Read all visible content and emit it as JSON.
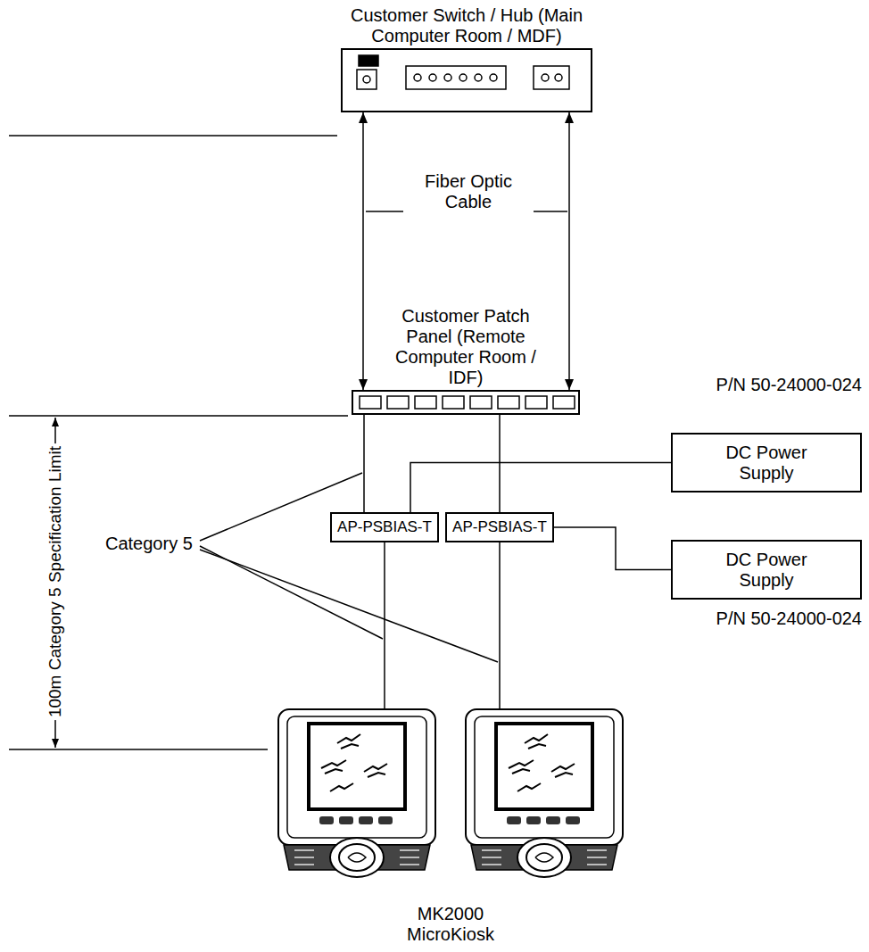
{
  "diagram": {
    "nodes": [
      {
        "text": [
          "Customer Switch / Hub (Main Computer Room / MDF)"
        ]
      },
      {
        "text": [
          "Customer Patch Panel (Remote Computer Room / IDF)"
        ]
      },
      {
        "text": [
          "AP-PSBIAS-T"
        ]
      },
      {
        "text": [
          "AP-PSBIAS-T"
        ]
      },
      {
        "text": [
          "DC Power Supply"
        ]
      },
      {
        "text": [
          "DC Power Supply"
        ]
      },
      {
        "text": [
          "MK2000 MicroKiosk"
        ]
      }
    ],
    "edges": [
      {
        "from": 0,
        "to": 1,
        "arrow": "both"
      },
      {
        "from": 0,
        "to": 1,
        "arrow": "both"
      },
      {
        "from": 1,
        "to": 2,
        "arrow": "none"
      },
      {
        "from": 1,
        "to": 3,
        "arrow": "none"
      },
      {
        "from": 4,
        "to": 2,
        "arrow": "none"
      },
      {
        "from": 5,
        "to": 3,
        "arrow": "none"
      },
      {
        "from": 2,
        "to": 6,
        "arrow": "none"
      },
      {
        "from": 3,
        "to": 6,
        "arrow": "none"
      }
    ],
    "labels": [
      "Fiber Optic Cable",
      "P/N 50-24000-024",
      "P/N 50-24000-024",
      "Category 5",
      "100m Category 5 Specification Limit"
    ]
  }
}
